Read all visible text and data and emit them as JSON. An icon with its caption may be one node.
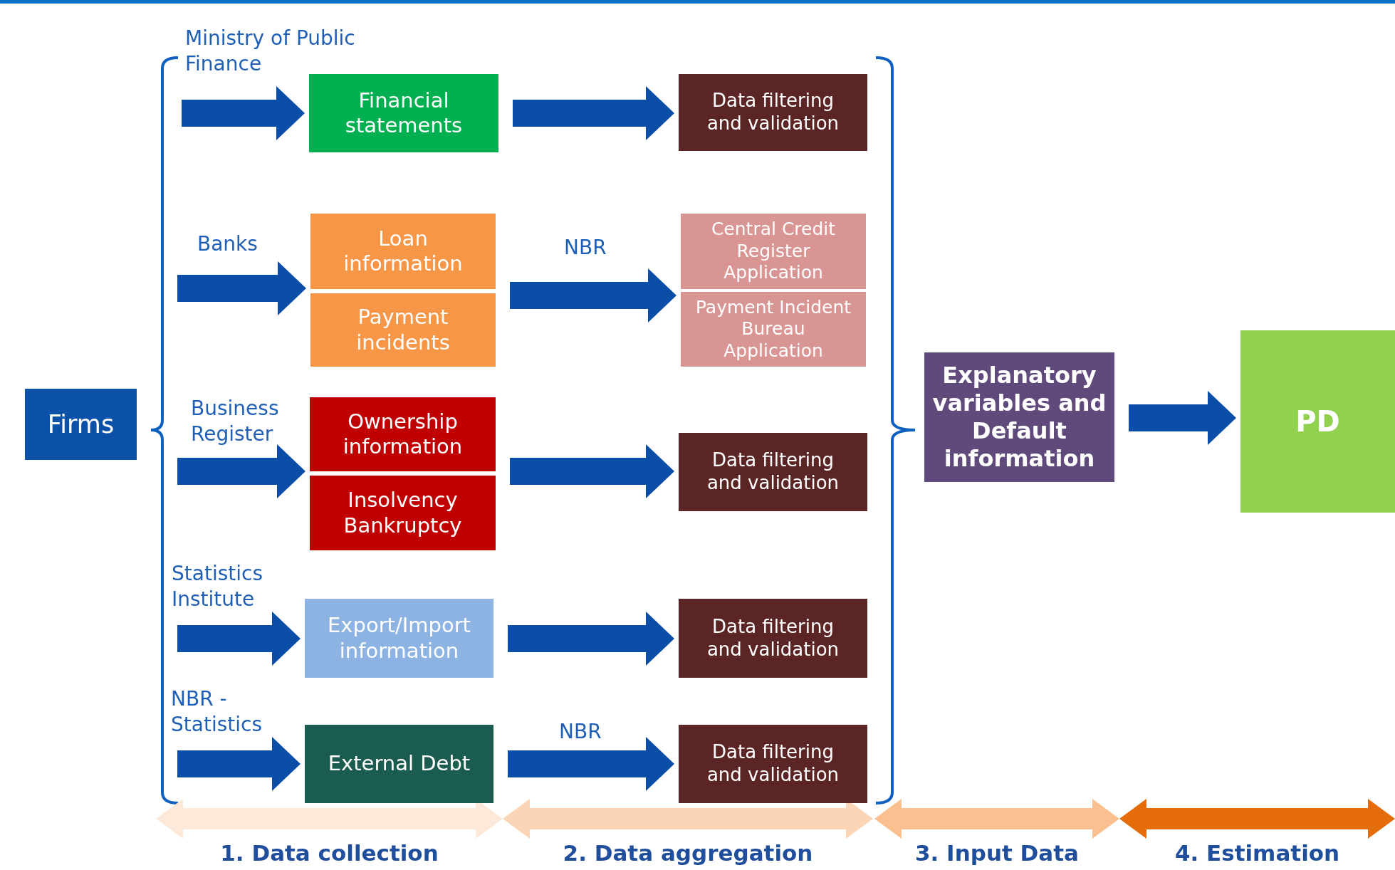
{
  "diagram": {
    "nodes": [
      {
        "text": [
          "Firms"
        ]
      },
      {
        "text": [
          "Financial statements"
        ]
      },
      {
        "text": [
          "Data filtering and validation"
        ]
      },
      {
        "text": [
          "Loan information"
        ]
      },
      {
        "text": [
          "Payment incidents"
        ]
      },
      {
        "text": [
          "Central Credit Register Application"
        ]
      },
      {
        "text": [
          "Payment Incident  Bureau Application"
        ]
      },
      {
        "text": [
          "Ownership information"
        ]
      },
      {
        "text": [
          "Insolvency Bankruptcy"
        ]
      },
      {
        "text": [
          "Data filtering and validation"
        ]
      },
      {
        "text": [
          "Export/Import information"
        ]
      },
      {
        "text": [
          "Data filtering and validation"
        ]
      },
      {
        "text": [
          "External Debt"
        ]
      },
      {
        "text": [
          "Data filtering and validation"
        ]
      },
      {
        "text": [
          "Explanatory variables and Default information"
        ]
      },
      {
        "text": [
          "PD"
        ]
      }
    ],
    "edges": [
      {
        "from": 0,
        "to": 1,
        "arrow": "to",
        "label": "Ministry of Public Finance"
      },
      {
        "from": 1,
        "to": 2,
        "arrow": "to"
      },
      {
        "from": 0,
        "to": 3,
        "arrow": "to",
        "label": "Banks"
      },
      {
        "from": 3,
        "to": 5,
        "arrow": "to",
        "label": "NBR"
      },
      {
        "from": 0,
        "to": 7,
        "arrow": "to",
        "label": "Business Register"
      },
      {
        "from": 7,
        "to": 9,
        "arrow": "to"
      },
      {
        "from": 0,
        "to": 10,
        "arrow": "to",
        "label": "Statistics Institute"
      },
      {
        "from": 10,
        "to": 11,
        "arrow": "to"
      },
      {
        "from": 0,
        "to": 12,
        "arrow": "to",
        "label": "NBR - Statistics"
      },
      {
        "from": 12,
        "to": 13,
        "arrow": "to",
        "label": "NBR"
      },
      {
        "from": 14,
        "to": 15,
        "arrow": "to"
      }
    ],
    "labels": [
      "1. Data collection",
      "2. Data aggregation",
      "3. Input Data",
      "4. Estimation"
    ]
  }
}
